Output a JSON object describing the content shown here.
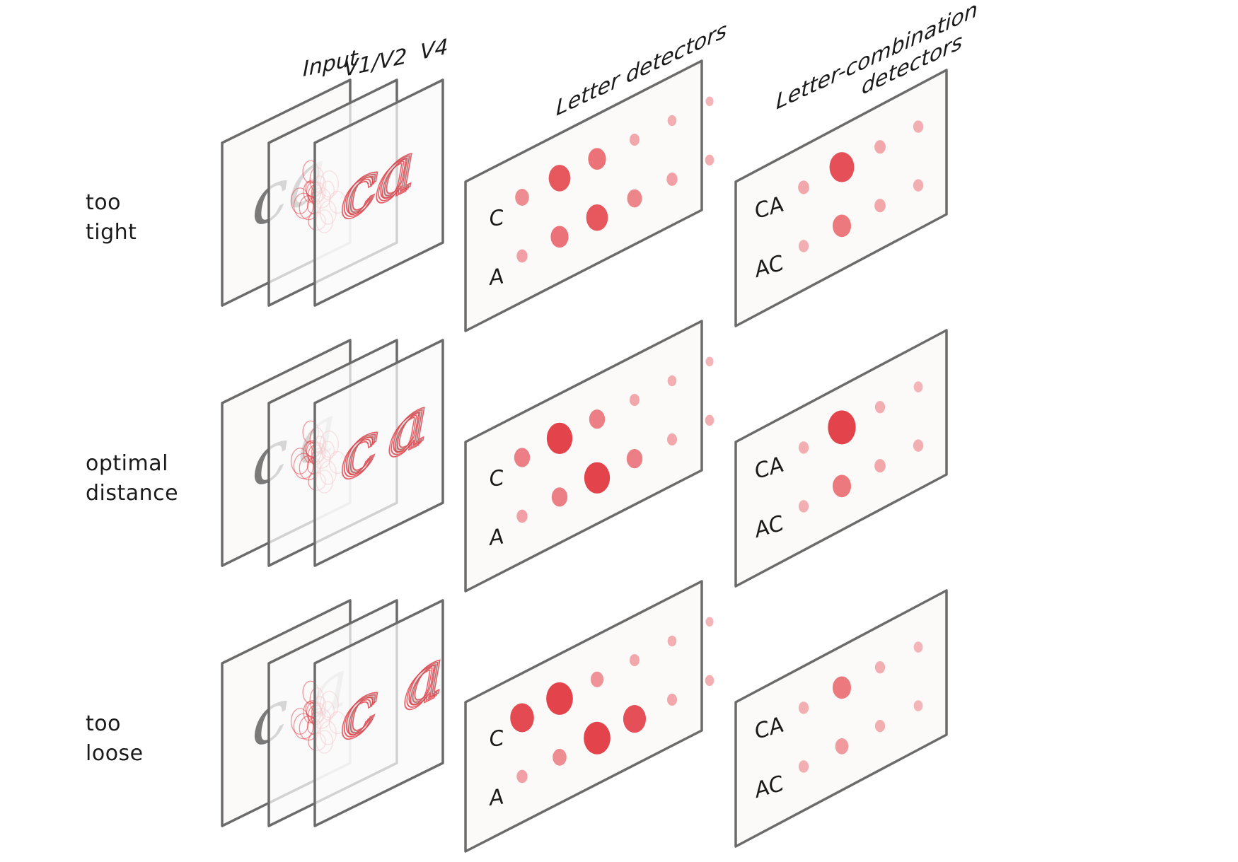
{
  "headers": {
    "input": "Input",
    "v1v2": "V1/V2",
    "v4": "V4",
    "letter_detectors": "Letter detectors",
    "combo_line1": "Letter-combination",
    "combo_line2": "detectors"
  },
  "glyph_text": {
    "input": "ca",
    "v4": "ca"
  },
  "rows": [
    {
      "label_lines": [
        "too",
        "tight"
      ],
      "letter_labels": [
        "C",
        "A"
      ],
      "combo_labels": [
        "CA",
        "AC"
      ],
      "letter_activations": {
        "row_c": [
          0.35,
          0.75,
          0.55,
          0.15,
          0.1,
          0.05
        ],
        "row_a": [
          0.2,
          0.55,
          0.75,
          0.4,
          0.2,
          0.1
        ]
      },
      "combo_activations": {
        "row_ca": [
          0.2,
          0.85,
          0.2,
          0.15
        ],
        "row_ac": [
          0.15,
          0.55,
          0.2,
          0.15
        ]
      }
    },
    {
      "label_lines": [
        "optimal",
        "distance"
      ],
      "letter_labels": [
        "C",
        "A"
      ],
      "combo_labels": [
        "CA",
        "AC"
      ],
      "letter_activations": {
        "row_c": [
          0.45,
          0.95,
          0.45,
          0.15,
          0.1,
          0.05
        ],
        "row_a": [
          0.2,
          0.45,
          0.95,
          0.45,
          0.15,
          0.1
        ]
      },
      "combo_activations": {
        "row_ca": [
          0.15,
          1.0,
          0.15,
          0.1
        ],
        "row_ac": [
          0.15,
          0.55,
          0.2,
          0.15
        ]
      }
    },
    {
      "label_lines": [
        "too",
        "loose"
      ],
      "letter_labels": [
        "C",
        "A"
      ],
      "combo_labels": [
        "CA",
        "AC"
      ],
      "letter_activations": {
        "row_c": [
          0.85,
          1.0,
          0.3,
          0.15,
          0.1,
          0.05
        ],
        "row_a": [
          0.2,
          0.35,
          1.0,
          0.8,
          0.15,
          0.1
        ]
      },
      "combo_activations": {
        "row_ca": [
          0.15,
          0.55,
          0.15,
          0.1
        ],
        "row_ac": [
          0.15,
          0.3,
          0.15,
          0.1
        ]
      }
    }
  ],
  "colors": {
    "panel_stroke": "#6b6b6b",
    "panel_fill": "#fbfaf9",
    "activation_strong": "#e3434b",
    "activation_weak": "#f7c9cb",
    "glyph_gray": "#7a7a7a"
  }
}
